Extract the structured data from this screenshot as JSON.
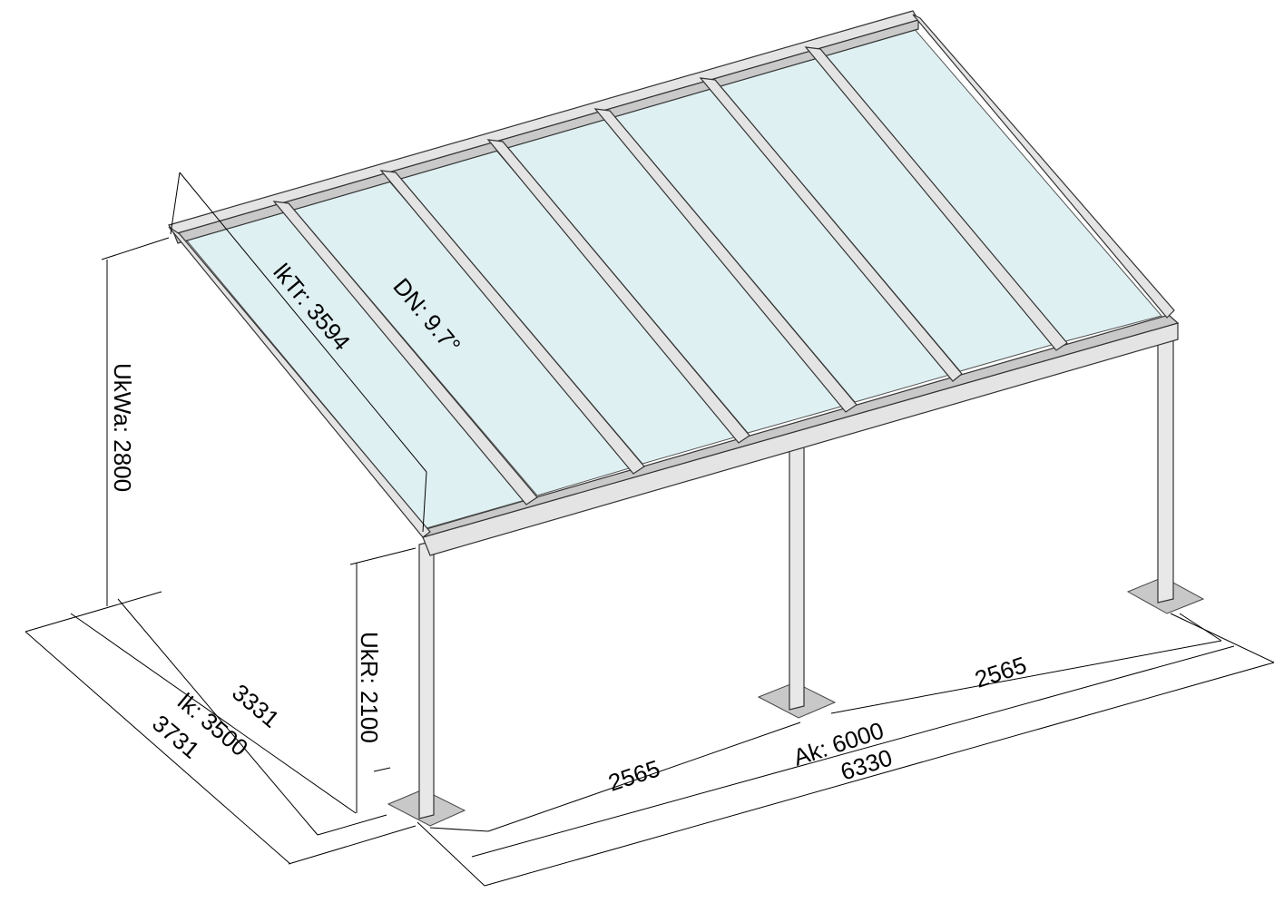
{
  "labels": {
    "ukwa": "UkWa: 2800",
    "ukr": "UkR: 2100",
    "iktr": "lkTr: 3594",
    "dn": "DN: 9.7°",
    "d3331": "3331",
    "lk3500": "lk: 3500",
    "d3731": "3731",
    "d2565_left": "2565",
    "d2565_right": "2565",
    "ak6000": "Ak: 6000",
    "d6330": "6330"
  },
  "colors": {
    "glass": "#dff0f2",
    "frame": "#e4e4e4",
    "base_plate": "#c8c8c8"
  }
}
